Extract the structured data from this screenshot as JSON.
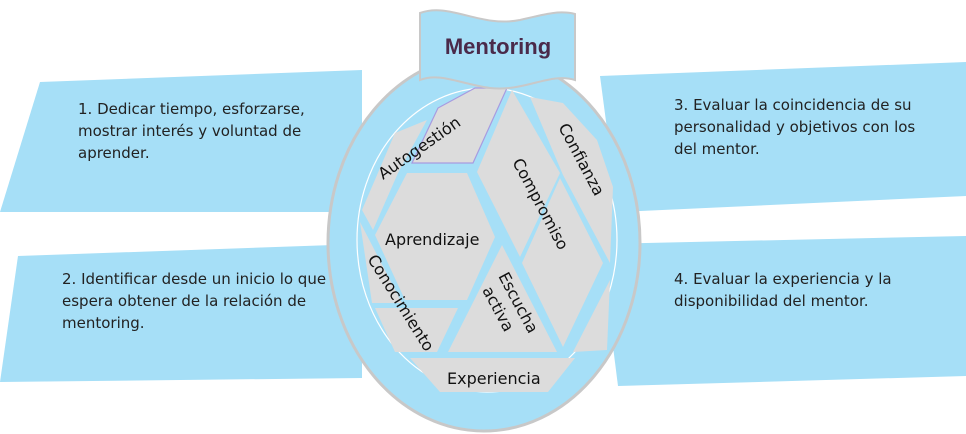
{
  "title": "Mentoring",
  "colors": {
    "band": "#a6dff7",
    "gray": "#dcdcdc",
    "title": "#4a2a4a",
    "outline": "#cccccc"
  },
  "notes": [
    "1. Dedicar tiempo, esforzarse, mostrar interés y voluntad de aprender.",
    "2. Identificar desde un inicio lo que espera obtener de la relación de mentoring.",
    "3. Evaluar la coincidencia de su personalidad y objetivos con los del mentor.",
    "4. Evaluar la experiencia y la disponibilidad del mentor."
  ],
  "segments": {
    "autogestion": "Autogestión",
    "confianza": "Confianza",
    "compromiso": "Compromiso",
    "aprendizaje": "Aprendizaje",
    "conocimiento": "Conocimiento",
    "escucha_1": "Escucha",
    "escucha_2": "activa",
    "experiencia": "Experiencia"
  }
}
